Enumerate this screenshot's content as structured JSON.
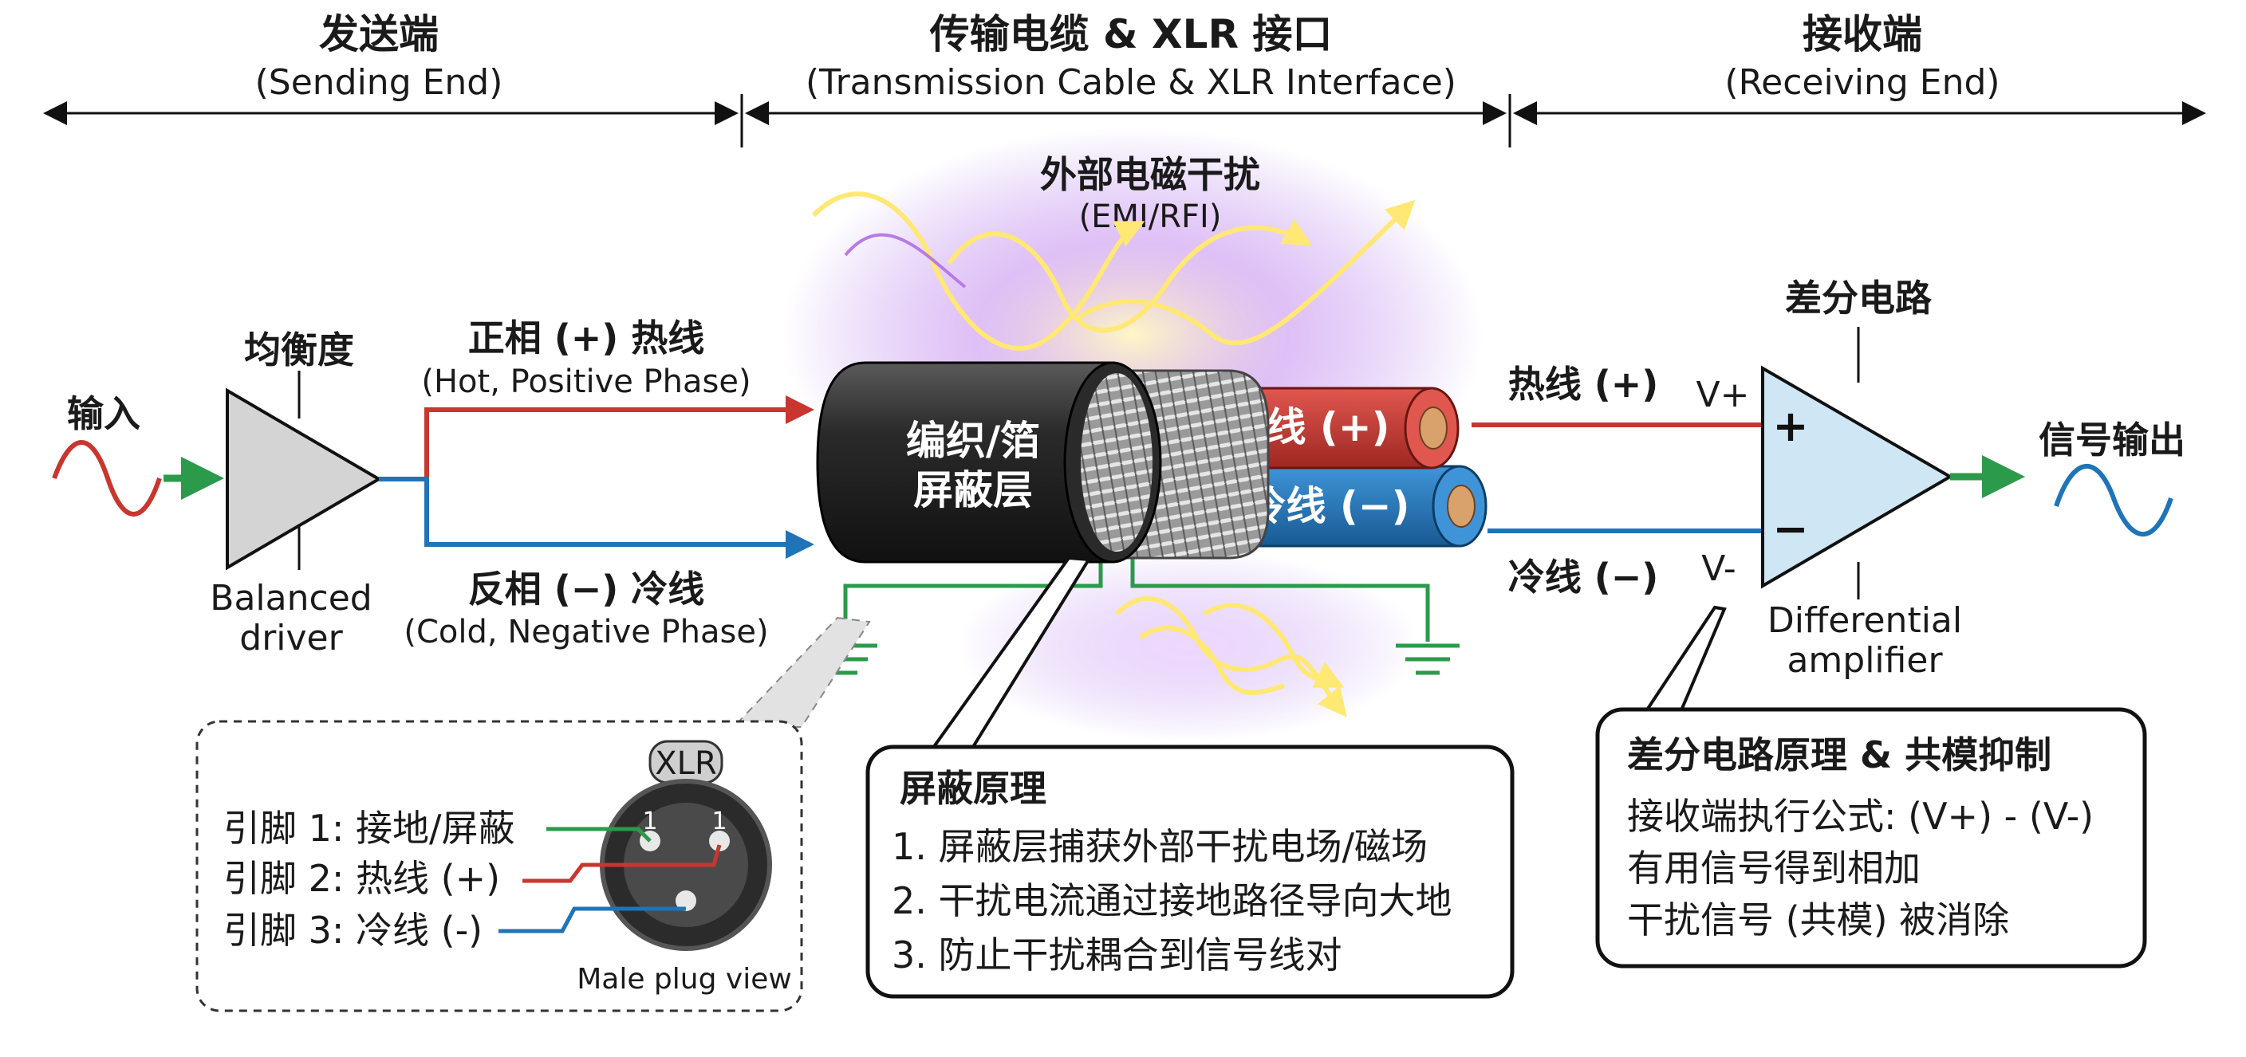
{
  "header": {
    "sending": {
      "title": "发送端",
      "subtitle": "(Sending End)"
    },
    "cable": {
      "title": "传输电缆 & XLR 接口",
      "subtitle": "(Transmission Cable & XLR Interface)"
    },
    "receiving": {
      "title": "接收端",
      "subtitle": "(Receiving End)"
    }
  },
  "sending": {
    "input_label": "输入",
    "equalizer_label": "均衡度",
    "driver_label_line1": "Balanced",
    "driver_label_line2": "driver",
    "hot_label": "正相 (+) 热线",
    "hot_sub": "(Hot, Positive Phase)",
    "cold_label": "反相 (−) 冷线",
    "cold_sub": "(Cold, Negative Phase)"
  },
  "cable": {
    "emi_label": "外部电磁干扰",
    "emi_sub": "(EMI/RFI)",
    "shield_line1": "编织/箔",
    "shield_line2": "屏蔽层",
    "hot_conductor": "热线 (+)",
    "cold_conductor": "冷线 (−)"
  },
  "receiving": {
    "hot_label": "热线 (+)",
    "cold_label": "冷线 (−)",
    "v_plus": "V+",
    "v_minus": "V-",
    "plus_sign": "+",
    "minus_sign": "−",
    "amp_title": "差分电路",
    "amp_sub_line1": "Differential",
    "amp_sub_line2": "amplifier",
    "output_label": "信号输出"
  },
  "xlr_box": {
    "connector_label": "XLR",
    "pin1": "引脚 1: 接地/屏蔽",
    "pin2": "引脚 2: 热线 (+)",
    "pin3": "引脚 3: 冷线 (-)",
    "pin_num_1": "1",
    "pin_num_1b": "1",
    "view_caption": "Male plug view"
  },
  "shield_box": {
    "title": "屏蔽原理",
    "item1": "1. 屏蔽层捕获外部干扰电场/磁场",
    "item2": "2. 干扰电流通过接地路径导向大地",
    "item3": "3. 防止干扰耦合到信号线对"
  },
  "diff_box": {
    "title": "差分电路原理 & 共模抑制",
    "line1": "接收端执行公式: (V+) - (V-)",
    "line2": "有用信号得到相加",
    "line3": "干扰信号 (共模) 被消除"
  },
  "colors": {
    "hot": "#c8362f",
    "cold": "#1f74b8",
    "ground": "#2b9a4a",
    "emi_yellow": "#ffe873",
    "emi_purple": "#9b4de0",
    "amp_fill": "#cfe6f5",
    "driver_fill": "#d4d4d4"
  }
}
